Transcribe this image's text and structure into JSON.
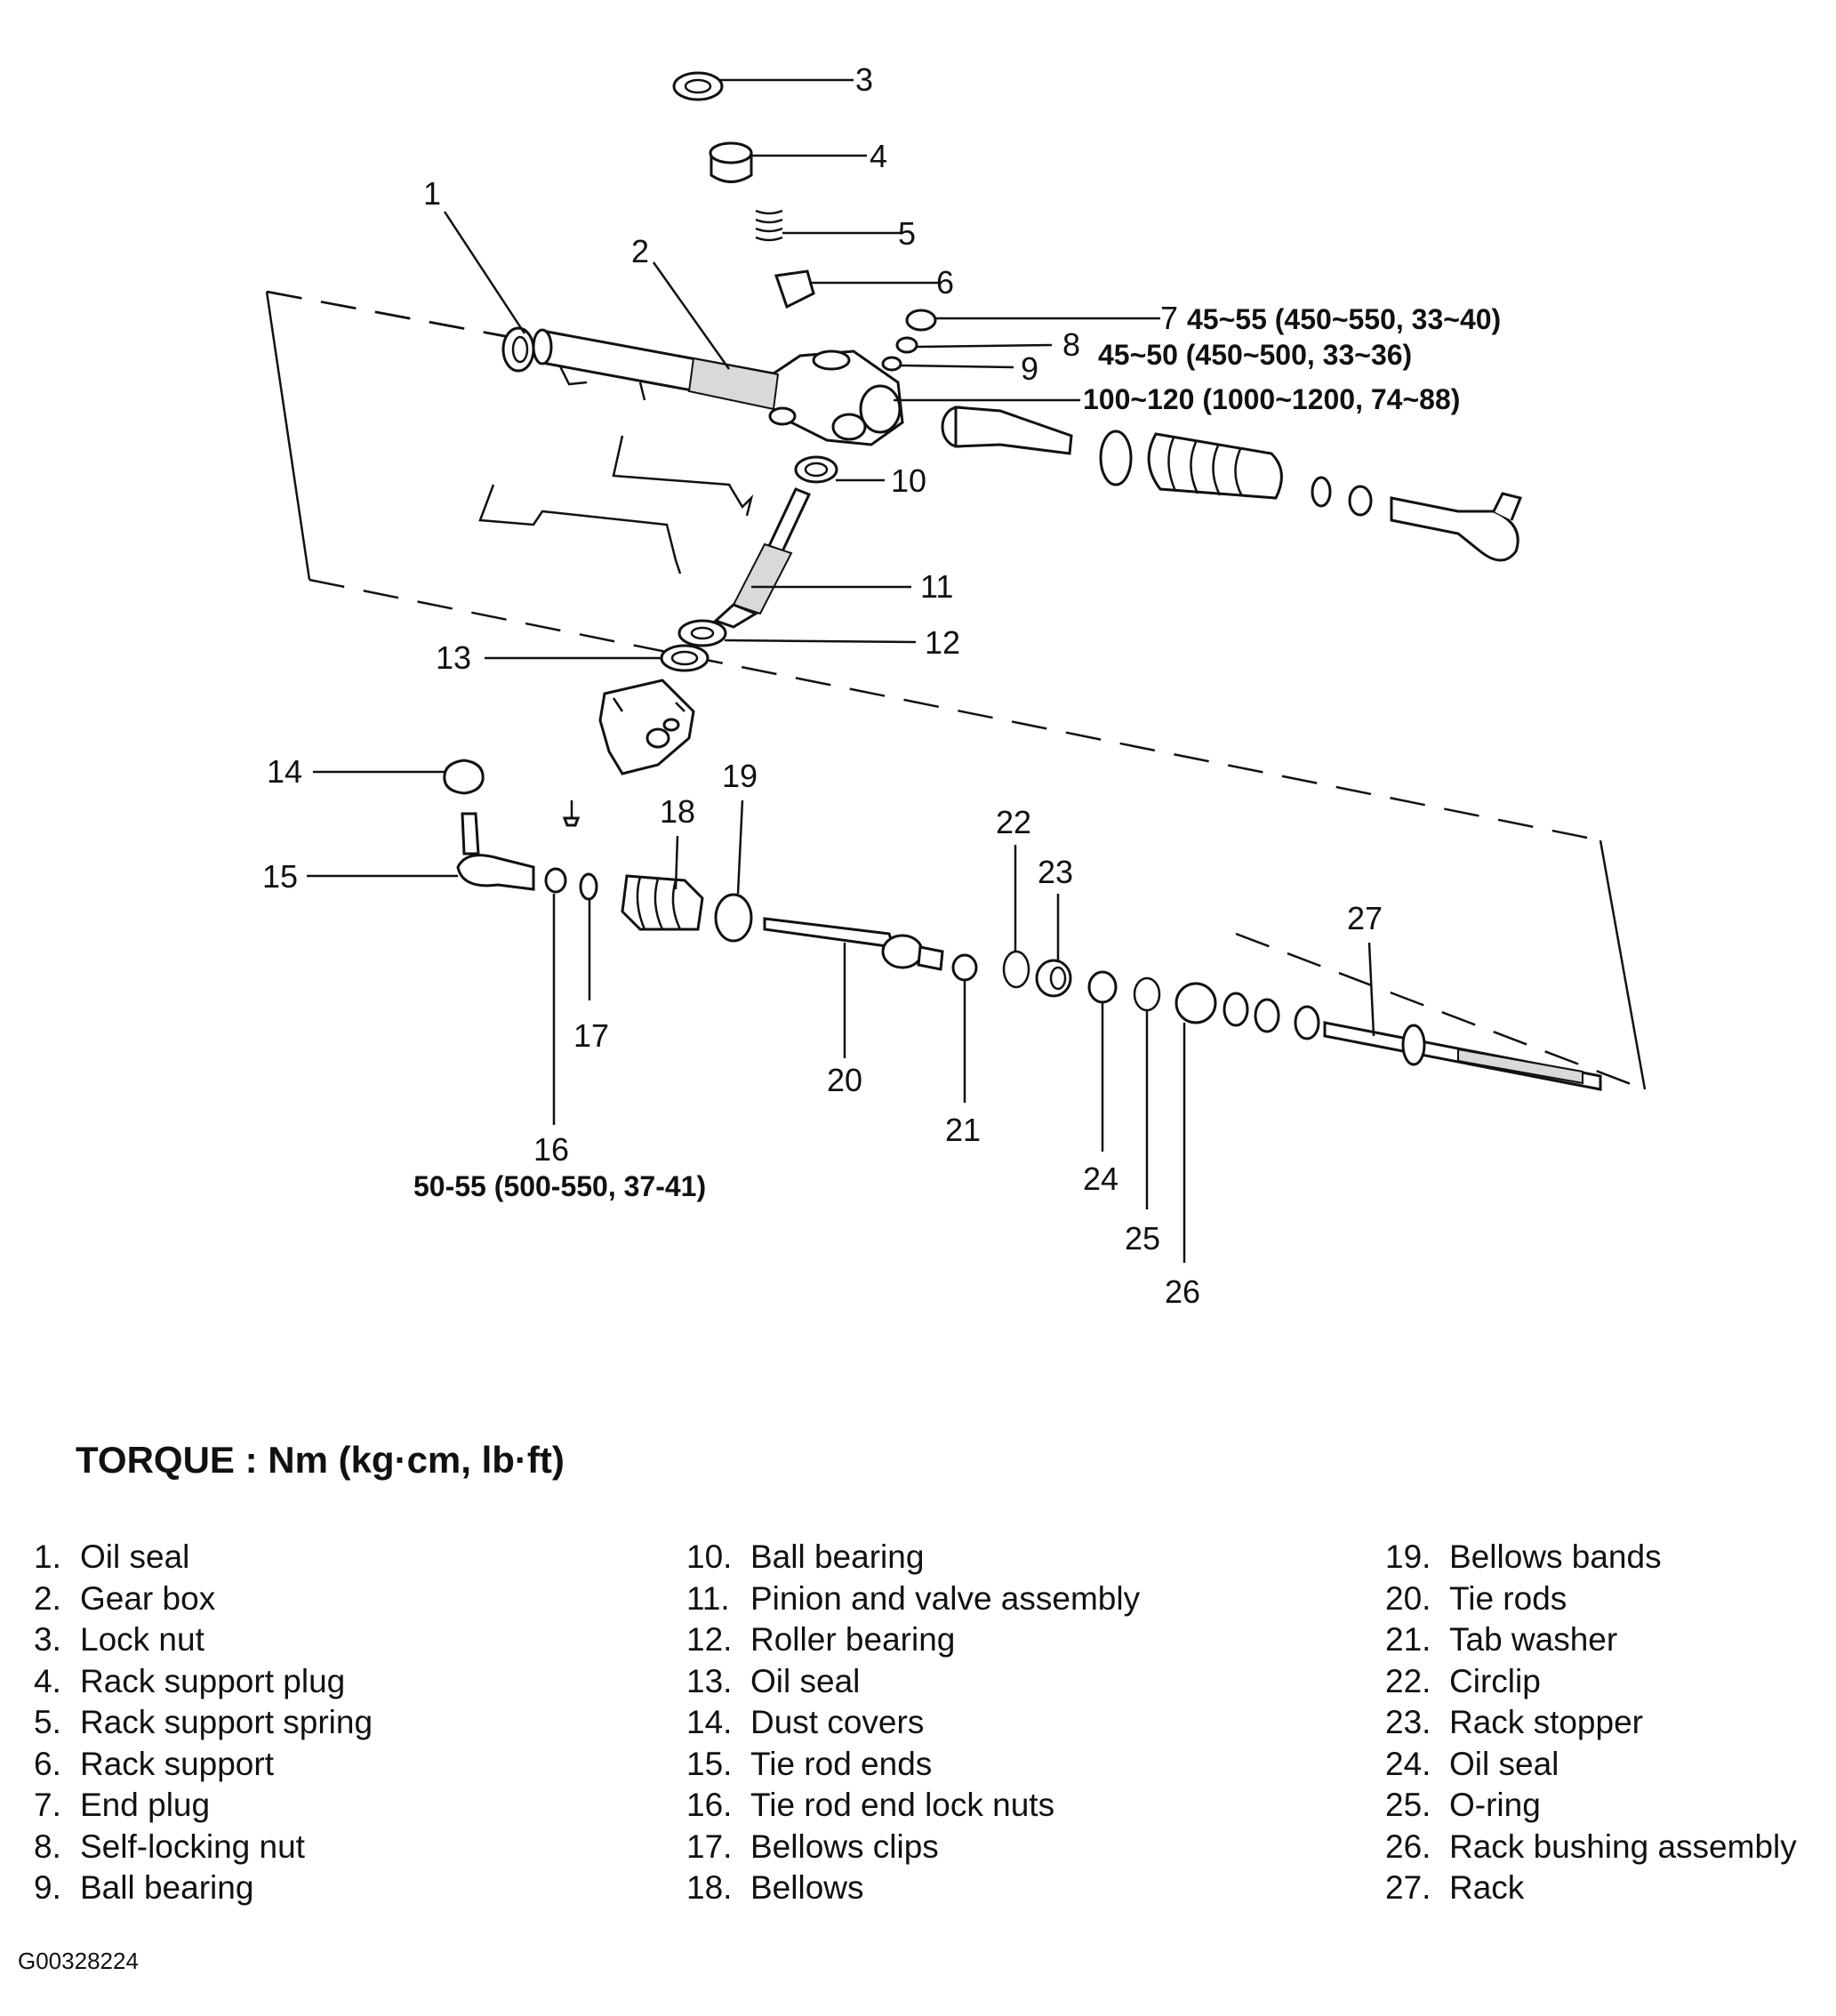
{
  "callouts": {
    "c1": "1",
    "c2": "2",
    "c3": "3",
    "c4": "4",
    "c5": "5",
    "c6": "6",
    "c7": "7",
    "c8": "8",
    "c9": "9",
    "c10": "10",
    "c11": "11",
    "c12": "12",
    "c13": "13",
    "c14": "14",
    "c15": "15",
    "c16": "16",
    "c17": "17",
    "c18": "18",
    "c19": "19",
    "c20": "20",
    "c21": "21",
    "c22": "22",
    "c23": "23",
    "c24": "24",
    "c25": "25",
    "c26": "26",
    "c27": "27"
  },
  "torque_specs": {
    "end_plug": "45~55 (450~550, 33~40)",
    "self_locking_nut": "45~50 (450~500, 33~36)",
    "gear_box_fitting": "100~120 (1000~1200, 74~88)",
    "tie_rod_end_lock_nut": "50-55 (500-550, 37-41)"
  },
  "torque_heading": "TORQUE : Nm (kg·cm, lb·ft)",
  "legend": {
    "col1": [
      {
        "num": "1.",
        "label": "Oil seal"
      },
      {
        "num": "2.",
        "label": "Gear box"
      },
      {
        "num": "3.",
        "label": "Lock nut"
      },
      {
        "num": "4.",
        "label": "Rack support plug"
      },
      {
        "num": "5.",
        "label": "Rack support spring"
      },
      {
        "num": "6.",
        "label": "Rack support"
      },
      {
        "num": "7.",
        "label": "End plug"
      },
      {
        "num": "8.",
        "label": "Self-locking nut"
      },
      {
        "num": "9.",
        "label": "Ball bearing"
      }
    ],
    "col2": [
      {
        "num": "10.",
        "label": "Ball bearing"
      },
      {
        "num": "11.",
        "label": "Pinion and valve assembly"
      },
      {
        "num": "12.",
        "label": "Roller bearing"
      },
      {
        "num": "13.",
        "label": "Oil seal"
      },
      {
        "num": "14.",
        "label": "Dust covers"
      },
      {
        "num": "15.",
        "label": "Tie rod ends"
      },
      {
        "num": "16.",
        "label": "Tie rod end lock nuts"
      },
      {
        "num": "17.",
        "label": "Bellows clips"
      },
      {
        "num": "18.",
        "label": "Bellows"
      }
    ],
    "col3": [
      {
        "num": "19.",
        "label": "Bellows bands"
      },
      {
        "num": "20.",
        "label": "Tie rods"
      },
      {
        "num": "21.",
        "label": "Tab washer"
      },
      {
        "num": "22.",
        "label": "Circlip"
      },
      {
        "num": "23.",
        "label": "Rack stopper"
      },
      {
        "num": "24.",
        "label": "Oil seal"
      },
      {
        "num": "25.",
        "label": "O-ring"
      },
      {
        "num": "26.",
        "label": "Rack bushing assembly"
      },
      {
        "num": "27.",
        "label": "Rack"
      }
    ]
  },
  "figure_id": "G00328224"
}
